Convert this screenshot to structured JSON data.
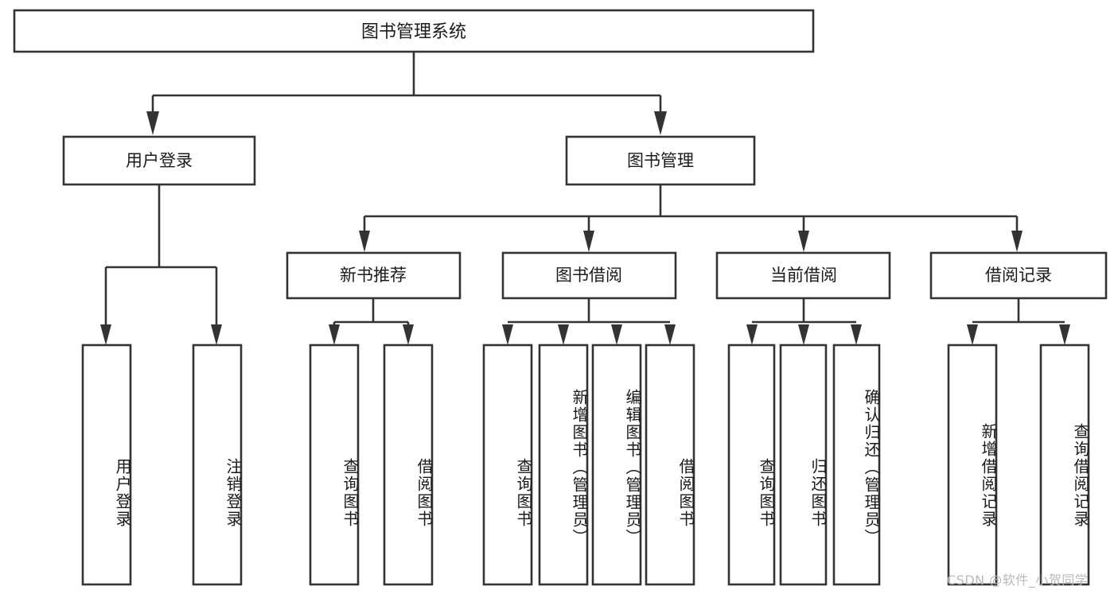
{
  "diagram": {
    "title": "图书管理系统",
    "type": "tree-hierarchy",
    "root": {
      "label": "图书管理系统"
    },
    "level2": {
      "user_login": "用户登录",
      "book_manage": "图书管理"
    },
    "level3": {
      "new_book_recommend": "新书推荐",
      "book_borrow": "图书借阅",
      "current_borrow": "当前借阅",
      "borrow_record": "借阅记录"
    },
    "leaves": {
      "user_login_1": "用户登录",
      "user_login_2": "注销登录",
      "recommend_1": "查询图书",
      "recommend_2": "借阅图书",
      "borrow_1": "查询图书",
      "borrow_2": "新增图书（管理员）",
      "borrow_3": "编辑图书（管理员）",
      "borrow_4": "借阅图书",
      "current_1": "查询图书",
      "current_2": "归还图书",
      "current_3": "确认归还（管理员）",
      "record_1": "新增借阅记录",
      "record_2": "查询借阅记录"
    },
    "watermark": "CSDN @软件_小贺同学",
    "colors": {
      "stroke": "#333333",
      "fill": "#ffffff",
      "text": "#1a1a1a",
      "watermark": "#b9b9b9"
    }
  }
}
